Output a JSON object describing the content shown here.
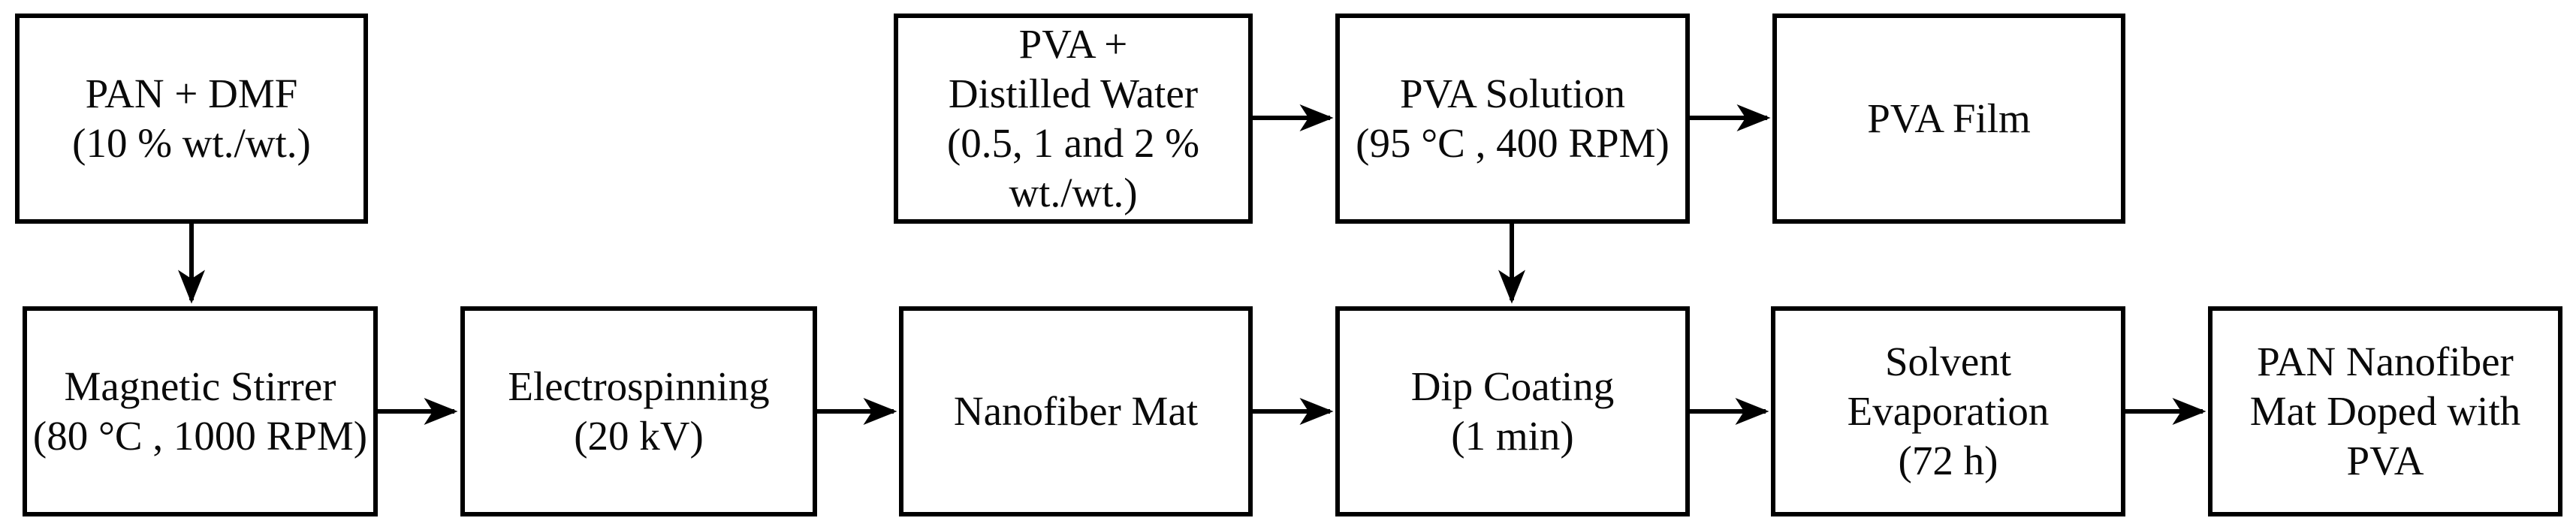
{
  "figure": {
    "background_color": "#ffffff",
    "line_color": "#000000",
    "text_color": "#0a0a0a"
  },
  "flowchart": {
    "nodes": {
      "pan_dmf": {
        "label": "PAN + DMF\n(10 % wt./wt.)"
      },
      "pva_water": {
        "label": "PVA +\nDistilled Water\n(0.5, 1 and 2 %\nwt./wt.)"
      },
      "pva_solution": {
        "label": "PVA Solution\n(95 °C , 400 RPM)"
      },
      "pva_film": {
        "label": "PVA Film"
      },
      "magnetic_stirrer": {
        "label": "Magnetic Stirrer\n(80 °C , 1000 RPM)"
      },
      "electrospinning": {
        "label": "Electrospinning\n(20 kV)"
      },
      "nanofiber_mat": {
        "label": "Nanofiber Mat"
      },
      "dip_coating": {
        "label": "Dip Coating\n(1 min)"
      },
      "solvent_evaporation": {
        "label": "Solvent\nEvaporation\n(72 h)"
      },
      "pan_nanofiber_doped": {
        "label": "PAN Nanofiber\nMat Doped with\nPVA"
      }
    },
    "connections": [
      {
        "from": "pan_dmf",
        "to": "magnetic_stirrer",
        "direction": "down"
      },
      {
        "from": "magnetic_stirrer",
        "to": "electrospinning",
        "direction": "right"
      },
      {
        "from": "electrospinning",
        "to": "nanofiber_mat",
        "direction": "right"
      },
      {
        "from": "nanofiber_mat",
        "to": "dip_coating",
        "direction": "right"
      },
      {
        "from": "pva_water",
        "to": "pva_solution",
        "direction": "right"
      },
      {
        "from": "pva_solution",
        "to": "pva_film",
        "direction": "right"
      },
      {
        "from": "pva_solution",
        "to": "dip_coating",
        "direction": "down"
      },
      {
        "from": "dip_coating",
        "to": "solvent_evaporation",
        "direction": "right"
      },
      {
        "from": "solvent_evaporation",
        "to": "pan_nanofiber_doped",
        "direction": "right"
      }
    ]
  }
}
